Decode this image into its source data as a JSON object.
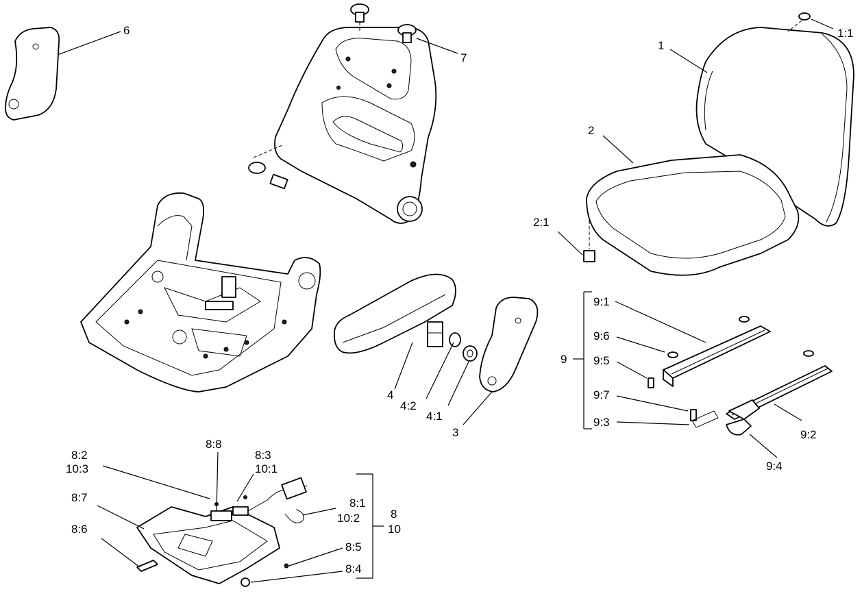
{
  "diagram": {
    "parts": {
      "headrest_cover": "6",
      "knob": "7",
      "backrest_cushion": "1",
      "screw_backrest": "1:1",
      "seat_cushion": "2",
      "screw_seat": "2:1",
      "armrest": "4",
      "washer": "4:2",
      "nut": "4:1",
      "side_cover": "3",
      "slide_group": "9",
      "slide_rail": "9:1",
      "slide_washer": "9:6",
      "slide_screw": "9:5",
      "slide_bolt": "9:7",
      "slide_rod": "9:3",
      "slide_rail_2": "9:2",
      "slide_lever": "9:4",
      "plate_group_a": "8",
      "plate_group_b": "10",
      "plate_screw_a": "8:2",
      "plate_screw_b": "10:3",
      "plate_part_88": "8:8",
      "plate_part_83": "8:3",
      "plate_part_101": "10:1",
      "plate_part_81": "8:1",
      "plate_part_102": "10:2",
      "plate_part_87": "8:7",
      "plate_part_86": "8:6",
      "plate_part_85": "8:5",
      "plate_part_84": "8:4"
    }
  }
}
